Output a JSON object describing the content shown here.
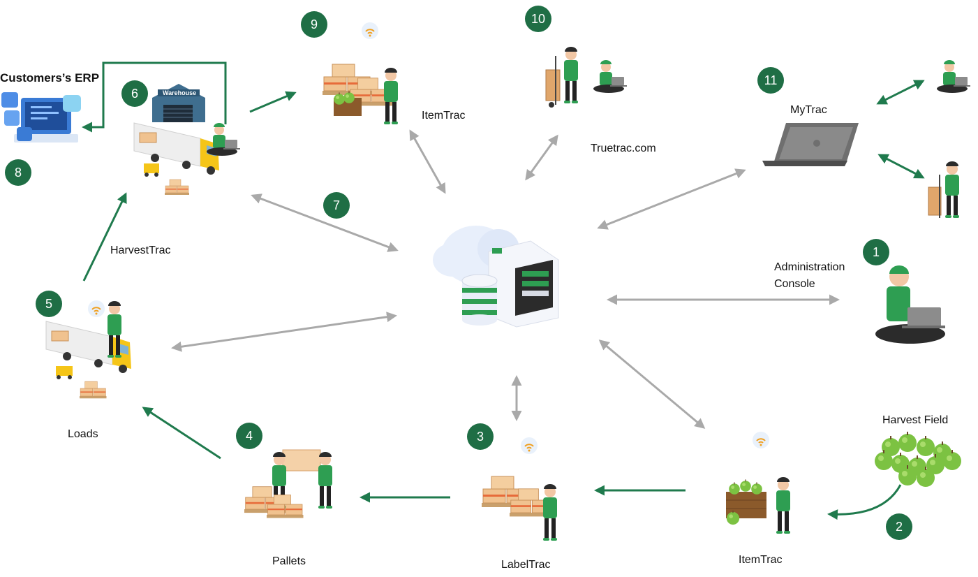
{
  "labels": {
    "customers_erp": "Customers’s ERP",
    "itemtrac_top": "ItemTrac",
    "truetrac": "Truetrac.com",
    "mytrac": "MyTrac",
    "harvesttrac": "HarvestTrac",
    "admin_console_line1": "Administration",
    "admin_console_line2": "Console",
    "harvest_field": "Harvest Field",
    "loads": "Loads",
    "pallets": "Pallets",
    "labeltrac": "LabelTrac",
    "itemtrac_bottom": "ItemTrac",
    "warehouse_sign": "Warehouse"
  },
  "steps": [
    "1",
    "2",
    "3",
    "4",
    "5",
    "6",
    "7",
    "8",
    "9",
    "10",
    "11"
  ],
  "colors": {
    "step_green": "#1f6e45",
    "flow_arrow": "#1f7a4d",
    "sync_arrow": "#a9a9a9",
    "worker_shirt": "#2e9e52"
  }
}
